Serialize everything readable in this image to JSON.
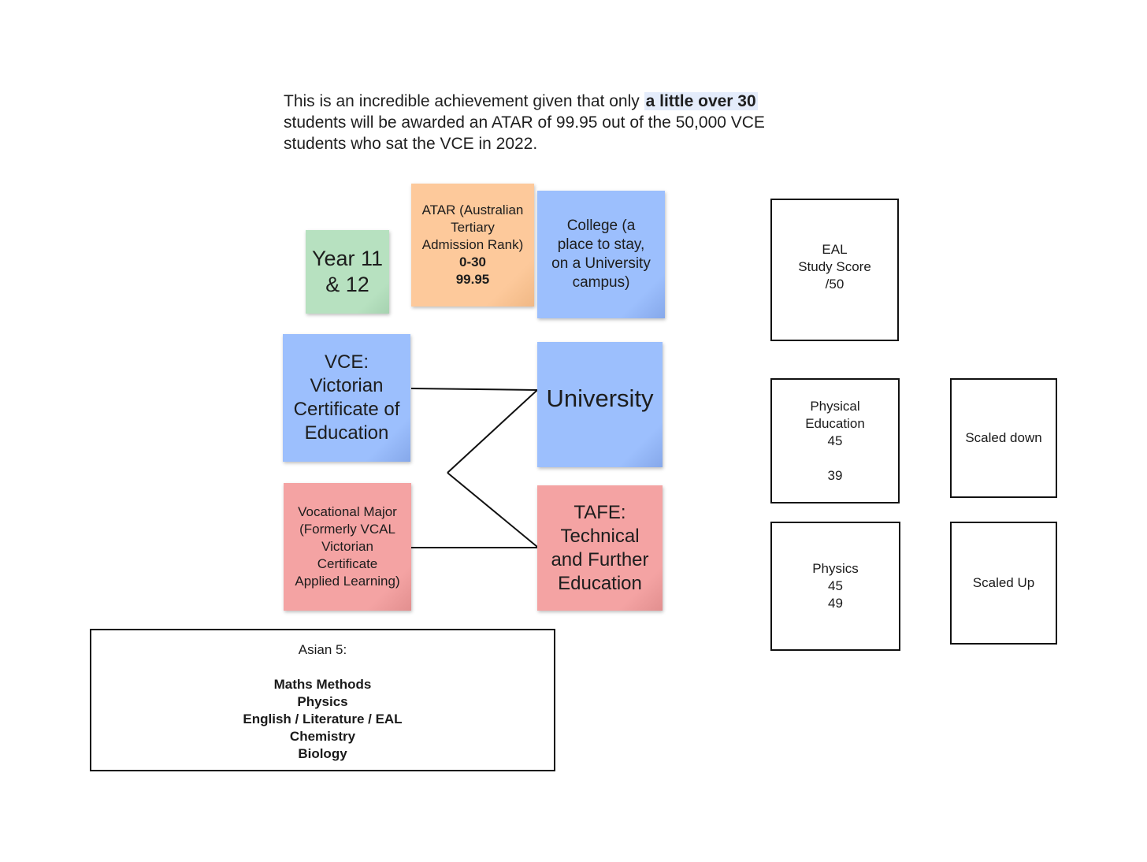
{
  "intro": {
    "before": "This is an incredible achievement given that only ",
    "highlight": "a little over 30",
    "after": " students will be awarded an ATAR of 99.95 out of the 50,000 VCE students who sat the VCE in 2022."
  },
  "notes": {
    "year": {
      "line1": "Year 11",
      "line2": "& 12"
    },
    "atar": {
      "line1": "ATAR (Australian",
      "line2": "Tertiary",
      "line3": "Admission Rank)",
      "range1": "0-30",
      "range2": "99.95"
    },
    "college": {
      "line1": "College (a",
      "line2": "place to stay,",
      "line3": "on a University",
      "line4": "campus)"
    },
    "vce": {
      "line1": "VCE:",
      "line2": "Victorian",
      "line3": "Certificate of",
      "line4": "Education"
    },
    "university": {
      "label": "University"
    },
    "vocational": {
      "line1": "Vocational Major",
      "line2": "(Formerly VCAL",
      "line3": "Victorian",
      "line4": "Certificate",
      "line5": "Applied Learning)"
    },
    "tafe": {
      "line1": "TAFE:",
      "line2": "Technical",
      "line3": "and Further",
      "line4": "Education"
    }
  },
  "asian5": {
    "title": "Asian 5:",
    "subjects": [
      "Maths Methods",
      "Physics",
      "English / Literature / EAL",
      "Chemistry",
      "Biology"
    ]
  },
  "boxes": {
    "eal": {
      "line1": "EAL",
      "line2": "Study Score",
      "line3": "/50"
    },
    "pe": {
      "line1": "Physical",
      "line2": "Education",
      "score": "45",
      "scaled": "39"
    },
    "scaled_down": {
      "label": "Scaled down"
    },
    "physics": {
      "line1": "Physics",
      "score": "45",
      "scaled": "49"
    },
    "scaled_up": {
      "label": "Scaled Up"
    }
  }
}
